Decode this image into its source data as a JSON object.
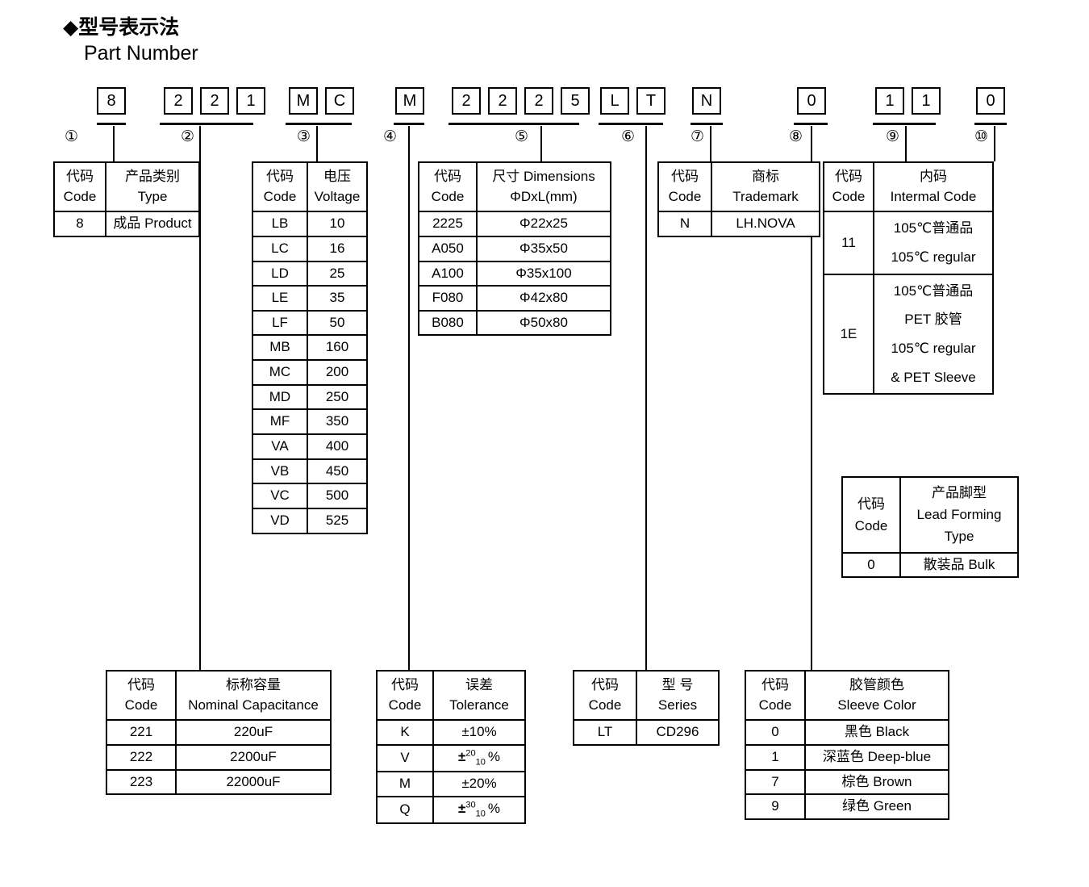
{
  "headings": {
    "cn": "◆型号表示法",
    "en": "Part Number"
  },
  "part_number_boxes": [
    {
      "group": "1",
      "chars": [
        "8"
      ]
    },
    {
      "group": "2",
      "chars": [
        "2",
        "2",
        "1"
      ]
    },
    {
      "group": "3",
      "chars": [
        "M",
        "C"
      ]
    },
    {
      "group": "4",
      "chars": [
        "M"
      ]
    },
    {
      "group": "5",
      "chars": [
        "2",
        "2",
        "2",
        "5"
      ]
    },
    {
      "group": "6",
      "chars": [
        "L",
        "T"
      ]
    },
    {
      "group": "7",
      "chars": [
        "N"
      ]
    },
    {
      "group": "8",
      "chars": [
        "0"
      ]
    },
    {
      "group": "9",
      "chars": [
        "1",
        "1"
      ]
    },
    {
      "group": "10",
      "chars": [
        "0"
      ]
    }
  ],
  "group_markers": [
    "①",
    "②",
    "③",
    "④",
    "⑤",
    "⑥",
    "⑦",
    "⑧",
    "⑨",
    "⑩"
  ],
  "tables": {
    "type": {
      "header": {
        "code_cn": "代码",
        "code_en": "Code",
        "value_cn": "产品类别",
        "value_en": "Type"
      },
      "rows": [
        {
          "code": "8",
          "value": "成品 Product"
        }
      ]
    },
    "voltage": {
      "header": {
        "code_cn": "代码",
        "code_en": "Code",
        "value_cn": "电压",
        "value_en": "Voltage"
      },
      "rows": [
        {
          "code": "LB",
          "value": "10"
        },
        {
          "code": "LC",
          "value": "16"
        },
        {
          "code": "LD",
          "value": "25"
        },
        {
          "code": "LE",
          "value": "35"
        },
        {
          "code": "LF",
          "value": "50"
        },
        {
          "code": "MB",
          "value": "160"
        },
        {
          "code": "MC",
          "value": "200"
        },
        {
          "code": "MD",
          "value": "250"
        },
        {
          "code": "MF",
          "value": "350"
        },
        {
          "code": "VA",
          "value": "400"
        },
        {
          "code": "VB",
          "value": "450"
        },
        {
          "code": "VC",
          "value": "500"
        },
        {
          "code": "VD",
          "value": "525"
        }
      ]
    },
    "dimensions": {
      "header": {
        "code_cn": "代码",
        "code_en": "Code",
        "value_cn": "尺寸 Dimensions",
        "value_en": "ΦDxL(mm)"
      },
      "rows": [
        {
          "code": "2225",
          "value": "Φ22x25"
        },
        {
          "code": "A050",
          "value": "Φ35x50"
        },
        {
          "code": "A100",
          "value": "Φ35x100"
        },
        {
          "code": "F080",
          "value": "Φ42x80"
        },
        {
          "code": "B080",
          "value": "Φ50x80"
        }
      ]
    },
    "trademark": {
      "header": {
        "code_cn": "代码",
        "code_en": "Code",
        "value_cn": "商标",
        "value_en": "Trademark"
      },
      "rows": [
        {
          "code": "N",
          "value": "LH.NOVA"
        }
      ]
    },
    "internal_code": {
      "header": {
        "code_cn": "代码",
        "code_en": "Code",
        "value_cn": "内码",
        "value_en": "Intermal Code"
      },
      "rows": [
        {
          "code": "11",
          "lines": [
            "105℃普通品",
            "105℃  regular"
          ]
        },
        {
          "code": "1E",
          "lines": [
            "105℃普通品",
            "PET 胶管",
            "105℃  regular",
            "& PET Sleeve"
          ]
        }
      ]
    },
    "lead_forming": {
      "header": {
        "code_cn": "代码",
        "code_en": "Code",
        "value_cn": "产品脚型",
        "value_en": "Lead Forming",
        "value_en2": "Type"
      },
      "rows": [
        {
          "code": "0",
          "value": "散装品 Bulk"
        }
      ]
    },
    "capacitance": {
      "header": {
        "code_cn": "代码",
        "code_en": "Code",
        "value_cn": "标称容量",
        "value_en": "Nominal Capacitance"
      },
      "rows": [
        {
          "code": "221",
          "value": "220uF"
        },
        {
          "code": "222",
          "value": "2200uF"
        },
        {
          "code": "223",
          "value": "22000uF"
        }
      ]
    },
    "tolerance": {
      "header": {
        "code_cn": "代码",
        "code_en": "Code",
        "value_cn": "误差",
        "value_en": "Tolerance"
      },
      "rows": [
        {
          "code": "K",
          "value": "±10%",
          "plain": true
        },
        {
          "code": "V",
          "sign": "±",
          "sup": "20",
          "sub": "10",
          "unit": "%",
          "plain": false
        },
        {
          "code": "M",
          "value": "±20%",
          "plain": true
        },
        {
          "code": "Q",
          "sign": "±",
          "sup": "30",
          "sub": "10",
          "unit": "%",
          "plain": false
        }
      ]
    },
    "series": {
      "header": {
        "code_cn": "代码",
        "code_en": "Code",
        "value_cn": "型 号",
        "value_en": "Series"
      },
      "rows": [
        {
          "code": "LT",
          "value": "CD296"
        }
      ]
    },
    "sleeve_color": {
      "header": {
        "code_cn": "代码",
        "code_en": "Code",
        "value_cn": "胶管颜色",
        "value_en": "Sleeve Color"
      },
      "rows": [
        {
          "code": "0",
          "value": "黑色 Black"
        },
        {
          "code": "1",
          "value": "深蓝色 Deep-blue"
        },
        {
          "code": "7",
          "value": "棕色 Brown"
        },
        {
          "code": "9",
          "value": "绿色 Green"
        }
      ]
    }
  }
}
